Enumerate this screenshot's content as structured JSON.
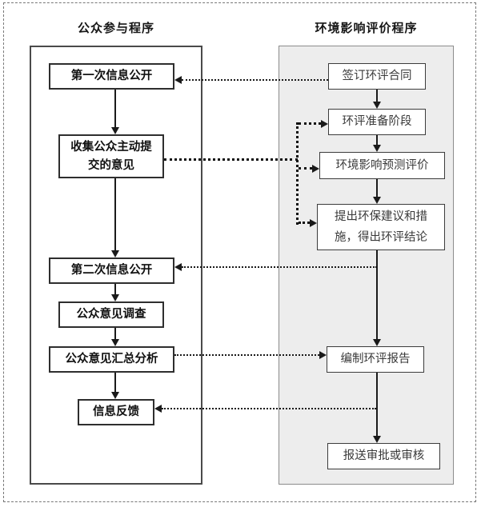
{
  "columns": {
    "left": {
      "title": "公众参与程序",
      "boxes": [
        {
          "label": "第一次信息公开"
        },
        {
          "label": "收集公众主动提\n交的意见"
        },
        {
          "label": "第二次信息公开"
        },
        {
          "label": "公众意见调查"
        },
        {
          "label": "公众意见汇总分析"
        },
        {
          "label": "信息反馈"
        }
      ]
    },
    "right": {
      "title": "环境影响评价程序",
      "boxes": [
        {
          "label": "签订环评合同"
        },
        {
          "label": "环评准备阶段"
        },
        {
          "label": "环境影响预测评价"
        },
        {
          "label": "提出环保建议和措\n施，得出环评结论"
        },
        {
          "label": "编制环评报告"
        },
        {
          "label": "报送审批或审核"
        }
      ]
    }
  },
  "colors": {
    "right_panel_fill": "#ededed",
    "right_panel_border": "#8c8c8c",
    "left_panel_border": "#4a4a4a",
    "node_border": "#2e2e2e",
    "line_color": "#1a1a1a",
    "page_border": "#777777"
  }
}
